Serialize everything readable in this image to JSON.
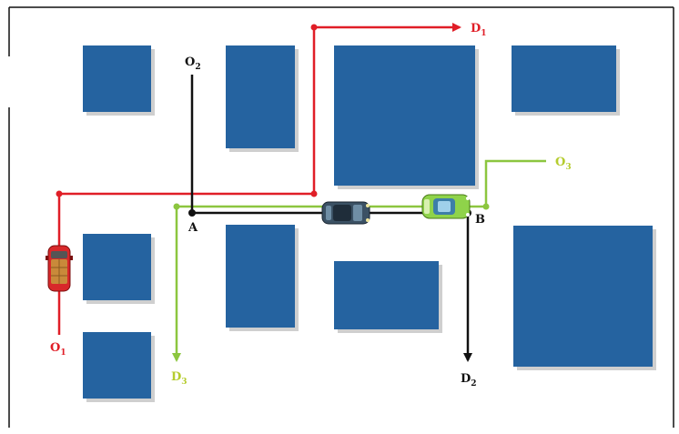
{
  "colors": {
    "block": "#2563a0",
    "block_shadow": "#cfcfcf",
    "red_route": "#e01e27",
    "black_route": "#111111",
    "green_route": "#8cc63f",
    "green_label": "#b5cc2e",
    "frame": "#111111"
  },
  "labels": {
    "o1": {
      "main": "O",
      "sub": "1"
    },
    "d1": {
      "main": "D",
      "sub": "1"
    },
    "o2": {
      "main": "O",
      "sub": "2"
    },
    "d2": {
      "main": "D",
      "sub": "2"
    },
    "o3": {
      "main": "O",
      "sub": "3"
    },
    "d3": {
      "main": "D",
      "sub": "3"
    },
    "a": "A",
    "b": "B"
  },
  "vehicles": [
    {
      "name": "red-car",
      "color": "#d8282a",
      "roof": "#c98a3a"
    },
    {
      "name": "dark-car",
      "color": "#3b5164",
      "roof": "#1f2d3a"
    },
    {
      "name": "green-car",
      "color": "#8fd34a",
      "roof": "#3d7ea8"
    }
  ]
}
